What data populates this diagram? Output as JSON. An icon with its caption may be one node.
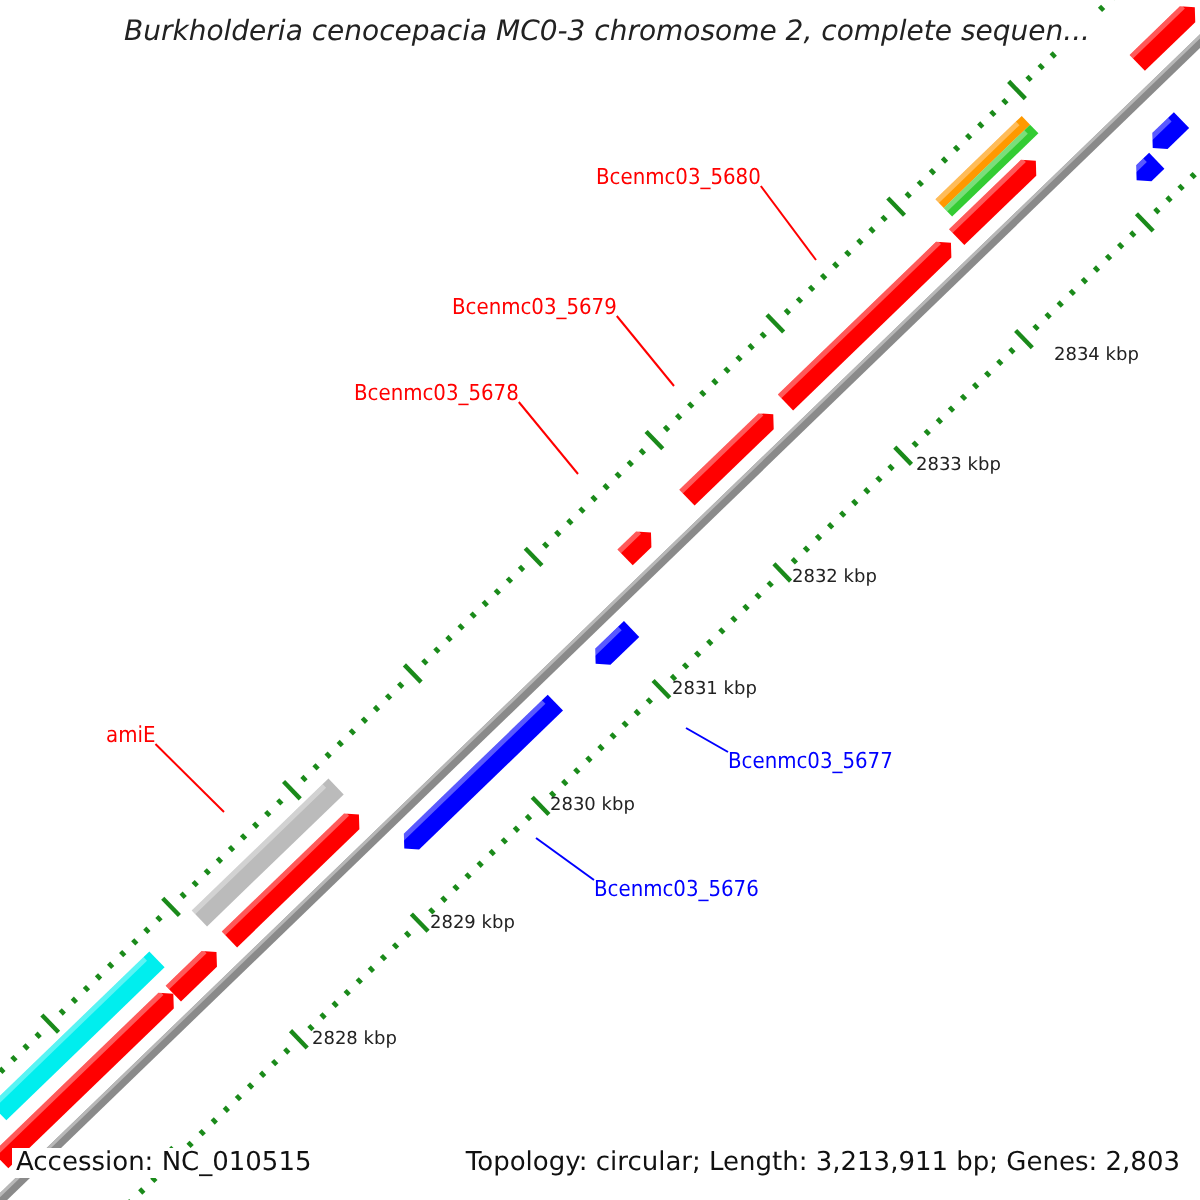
{
  "diagram": {
    "title": "Burkholderia cenocepacia MC0-3 chromosome 2, complete sequen...",
    "nodes": [
      {
        "text": [
          "Bcenmc03_5680"
        ]
      },
      {
        "text": [
          "Bcenmc03_5679"
        ]
      },
      {
        "text": [
          "Bcenmc03_5678"
        ]
      },
      {
        "text": [
          "amiE"
        ]
      },
      {
        "text": [
          "Bcenmc03_5677"
        ]
      },
      {
        "text": [
          "Bcenmc03_5676"
        ]
      }
    ],
    "edges": [
      {
        "from": 0,
        "to": null,
        "arrow": "none"
      },
      {
        "from": 1,
        "to": null,
        "arrow": "none"
      },
      {
        "from": 2,
        "to": null,
        "arrow": "none"
      },
      {
        "from": 3,
        "to": null,
        "arrow": "none"
      },
      {
        "from": 4,
        "to": null,
        "arrow": "none",
        "color": "#0000ff"
      },
      {
        "from": 5,
        "to": null,
        "arrow": "none",
        "color": "#0000ff"
      }
    ],
    "labels": [
      "2834 kbp",
      "2833 kbp",
      "2832 kbp",
      "2831 kbp",
      "2830 kbp",
      "2829 kbp",
      "2828 kbp",
      "Accession: NC_010515",
      "Topology: circular; Length: 3,213,911 bp; Genes: 2,803"
    ]
  }
}
